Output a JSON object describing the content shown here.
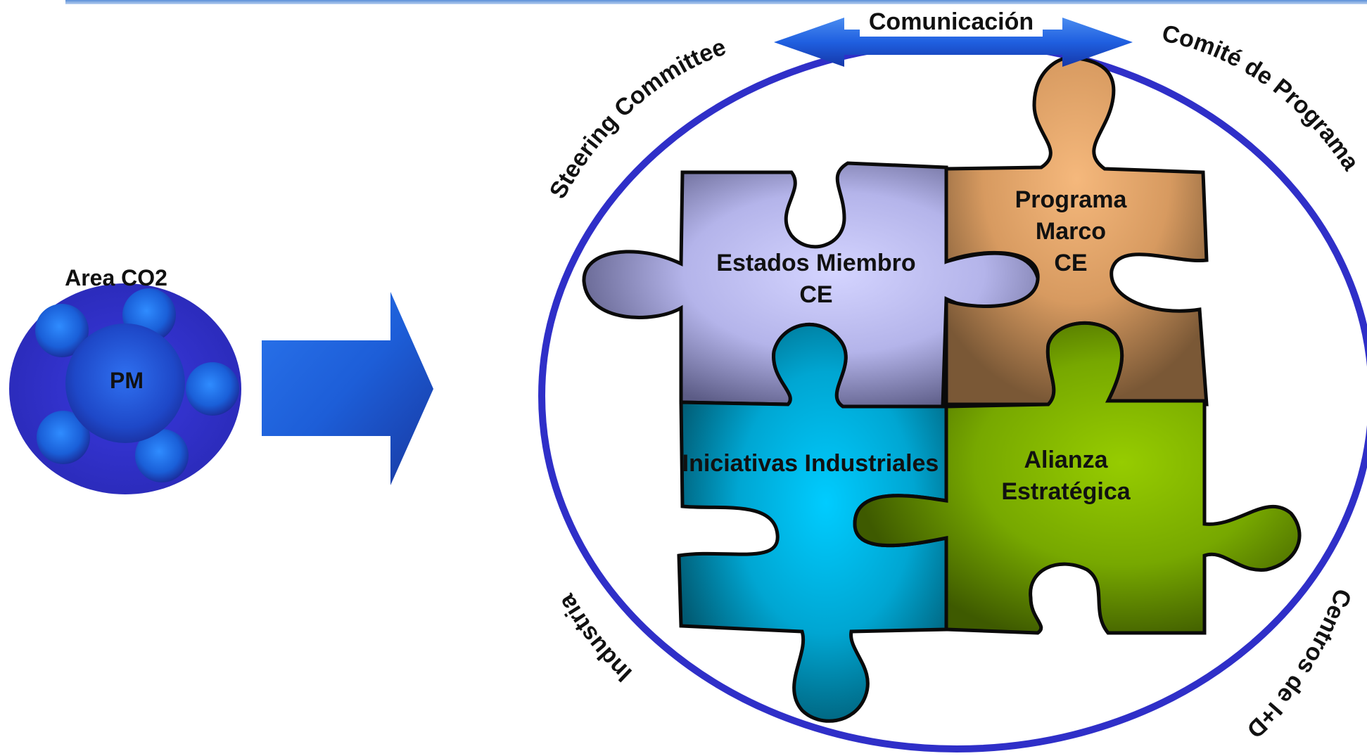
{
  "diagram": {
    "left": {
      "area_label": "Area CO2",
      "center_label": "PM"
    },
    "top_arrow_label": "Comunicación",
    "ring_labels": {
      "top_left": "Steering Committee",
      "top_right": "Comité de Programa",
      "bottom_left": "Industria",
      "bottom_right": "Centros de I+D"
    },
    "pieces": {
      "estados": {
        "line1": "Estados Miembro",
        "line2": "CE"
      },
      "programa": {
        "line1": "Programa",
        "line2": "Marco",
        "line3": "CE"
      },
      "iniciativas": {
        "line1": "Iniciativas Industriales"
      },
      "alianza": {
        "line1": "Alianza",
        "line2": "Estratégica"
      }
    }
  },
  "colors": {
    "ring": "#2f2fc8",
    "arrow_blue": "#1f5fe0",
    "estados": "#b8b8ec",
    "programa": "#e6a668",
    "iniciativas": "#00b7e6",
    "alianza": "#8cc000",
    "left_disc": "#3333cc"
  }
}
